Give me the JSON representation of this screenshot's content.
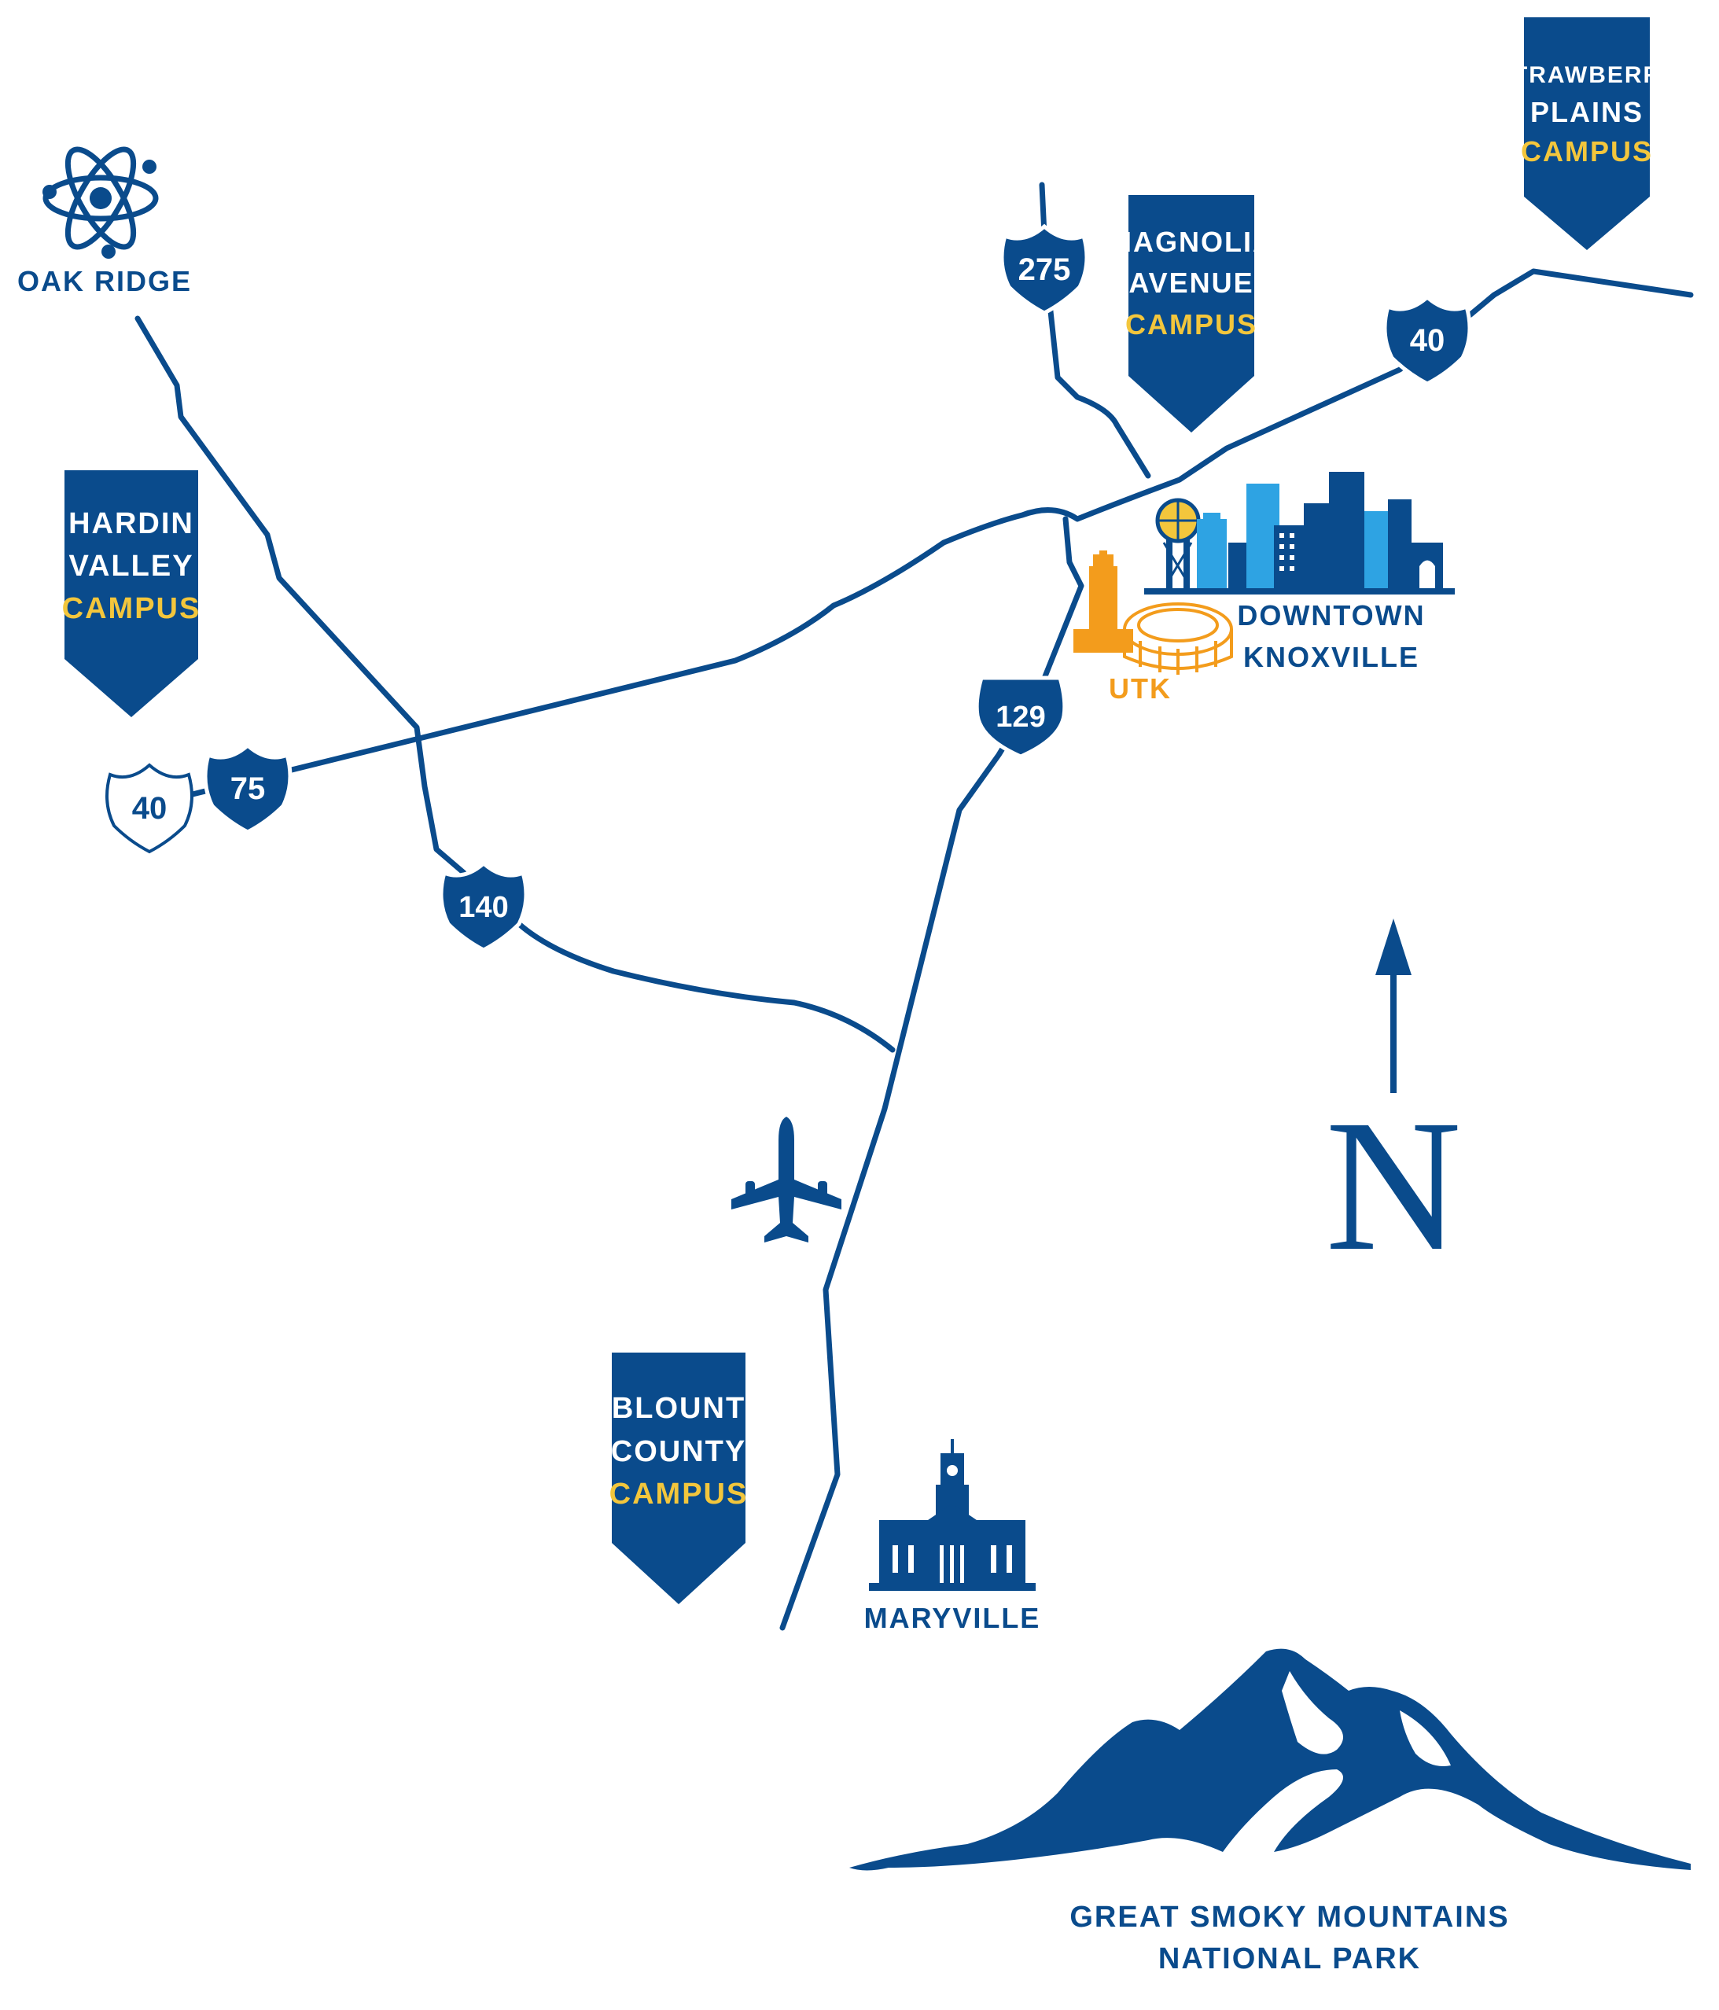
{
  "colors": {
    "navy": "#0a4b8c",
    "gold": "#f3c63c",
    "orange": "#f39c1c",
    "light_blue": "#2ea3e3",
    "white": "#ffffff"
  },
  "places": {
    "oak_ridge": "OAK RIDGE",
    "downtown": [
      "DOWNTOWN",
      "KNOXVILLE"
    ],
    "utk": "UTK",
    "maryville": "MARYVILLE",
    "smokies": [
      "GREAT SMOKY MOUNTAINS",
      "NATIONAL PARK"
    ]
  },
  "campuses": {
    "strawberry_plains": [
      "STRAWBERRY",
      "PLAINS",
      "CAMPUS"
    ],
    "magnolia": [
      "MAGNOLIA",
      "AVENUE",
      "CAMPUS"
    ],
    "hardin_valley": [
      "HARDIN",
      "VALLEY",
      "CAMPUS"
    ],
    "blount": [
      "BLOUNT",
      "COUNTY",
      "CAMPUS"
    ]
  },
  "highways": {
    "i275": "275",
    "i40_east": "40",
    "i40_west": "40",
    "i75": "75",
    "i140": "140",
    "us129": "129"
  },
  "compass": {
    "letter": "N"
  },
  "icons": {
    "oak_ridge": "atom-icon",
    "airport": "airplane-icon",
    "maryville": "courthouse-icon",
    "downtown": "skyline-icon",
    "utk": "stadium-icon",
    "smokies": "mountain-icon"
  }
}
